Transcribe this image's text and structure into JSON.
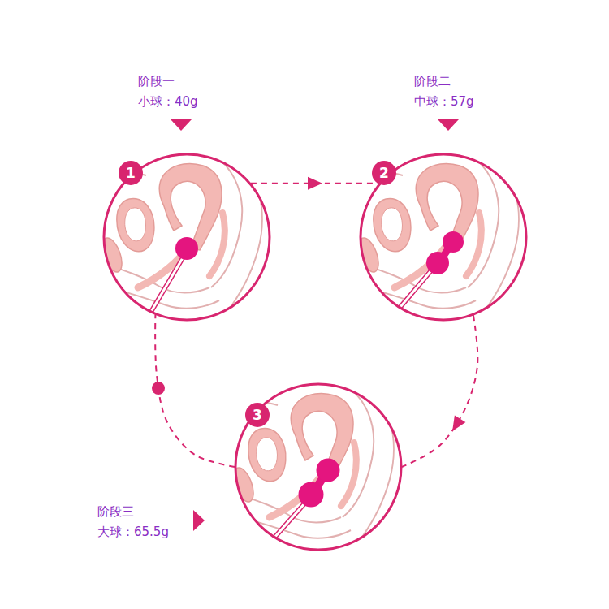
{
  "diagram": {
    "nodes": [
      {
        "text": [
          "阶段一",
          "小球：40g",
          "1"
        ]
      },
      {
        "text": [
          "阶段二",
          "中球：57g",
          "2"
        ]
      },
      {
        "text": [
          "阶段三",
          "大球：65.5g",
          "3"
        ]
      }
    ],
    "edges": [
      {
        "from": 0,
        "to": 1,
        "arrow": "to"
      },
      {
        "from": 1,
        "to": 2,
        "arrow": "to"
      },
      {
        "from": 2,
        "to": 0,
        "arrow": "none"
      }
    ]
  }
}
